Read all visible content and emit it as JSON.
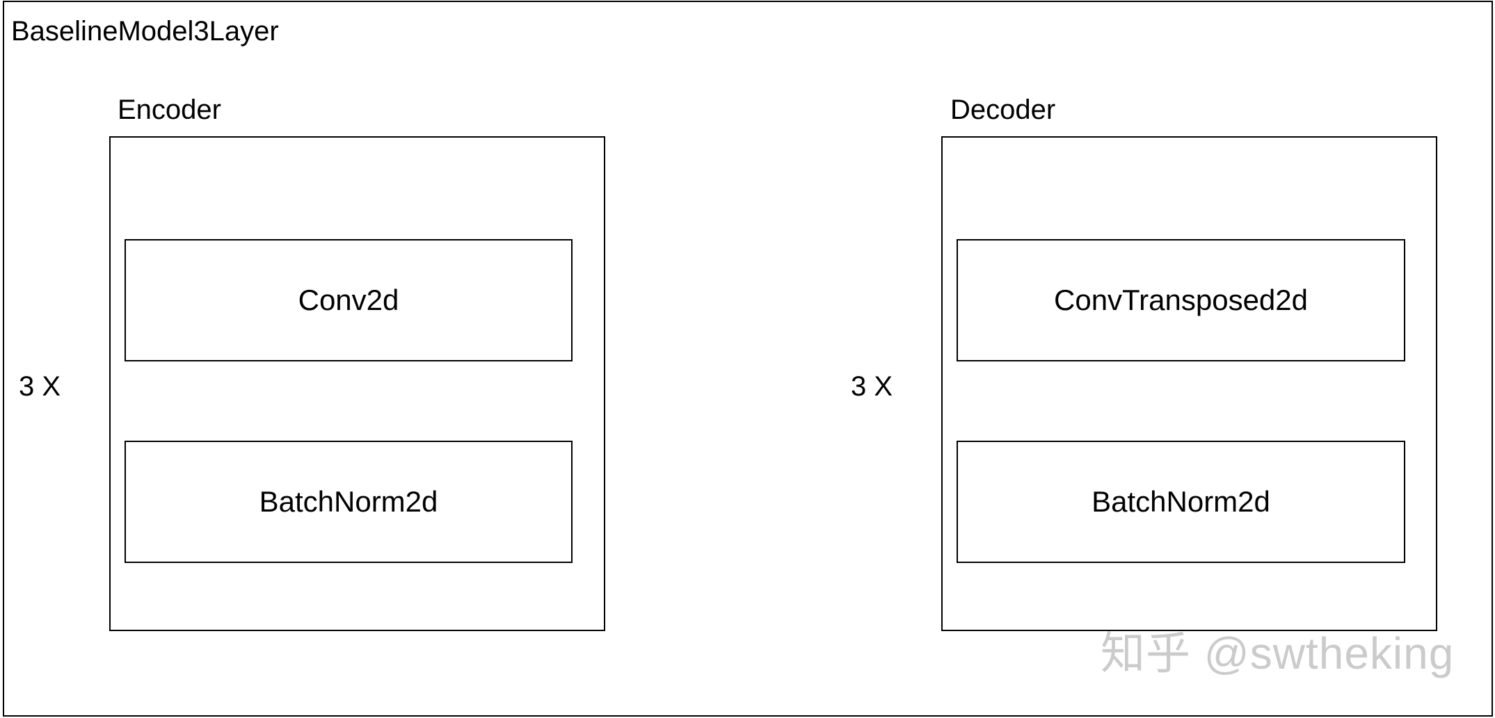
{
  "title": "BaselineModel3Layer",
  "encoder": {
    "label": "Encoder",
    "repeat": "3 X",
    "layers": [
      "Conv2d",
      "BatchNorm2d"
    ]
  },
  "decoder": {
    "label": "Decoder",
    "repeat": "3 X",
    "layers": [
      "ConvTransposed2d",
      "BatchNorm2d"
    ]
  },
  "watermark": "知乎 @swtheking"
}
